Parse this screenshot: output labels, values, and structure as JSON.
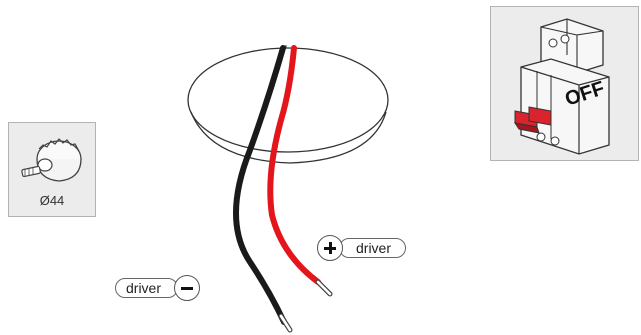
{
  "hole_panel": {
    "caption": "Ø44"
  },
  "breaker_panel": {
    "label": "OFF"
  },
  "wires": {
    "positive": {
      "label": "driver",
      "sign": "+",
      "color": "#e3161b"
    },
    "negative": {
      "label": "driver",
      "sign": "−",
      "color": "#1a1a1a"
    }
  },
  "colors": {
    "panel_bg": "#ececec",
    "breaker_red": "#d9232d",
    "accent": "#e3161b"
  }
}
